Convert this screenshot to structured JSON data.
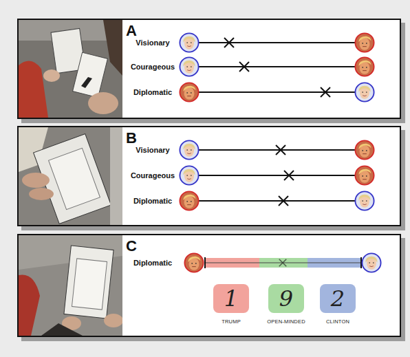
{
  "diagram": {
    "nodes": [
      {
        "text": [
          "A"
        ]
      },
      {
        "text": [
          "B"
        ]
      },
      {
        "text": [
          "C"
        ]
      },
      {
        "text": [
          "1",
          "TRUMP"
        ],
        "in": 2
      },
      {
        "text": [
          "9",
          "OPEN-MINDED"
        ],
        "in": 2
      },
      {
        "text": [
          "2",
          "CLINTON"
        ],
        "in": 2
      }
    ],
    "labels": [
      "Visionary",
      "Courageous",
      "Diplomatic",
      "Visionary",
      "Courageous",
      "Diplomatic",
      "Diplomatic"
    ]
  }
}
